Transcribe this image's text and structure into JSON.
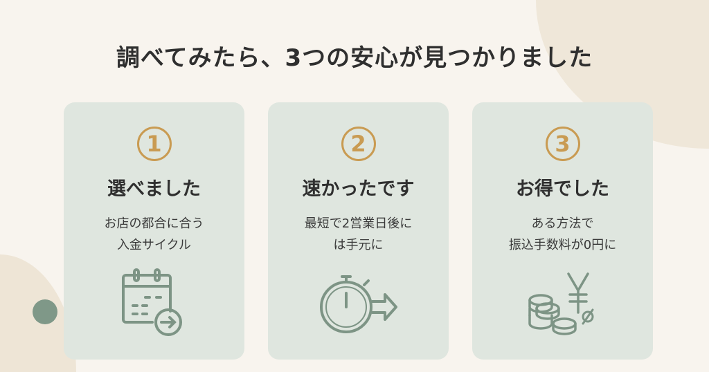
{
  "title": "調べてみたら、3つの安心が見つかりました",
  "colors": {
    "background": "#f8f4ee",
    "card": "#dfe6df",
    "accent_gold": "#c99b52",
    "icon": "#7d9485"
  },
  "cards": [
    {
      "number": "1",
      "heading": "選べました",
      "lines": [
        "お店の都合に合う",
        "入金サイクル"
      ],
      "icon": "calendar-arrow-icon"
    },
    {
      "number": "2",
      "heading": "速かったです",
      "lines": [
        "最短で2営業日後に",
        "は手元に"
      ],
      "icon": "stopwatch-arrow-icon"
    },
    {
      "number": "3",
      "heading": "お得でした",
      "lines": [
        "ある方法で",
        "振込手数料が0円に"
      ],
      "icon": "coins-yen-zero-icon"
    }
  ]
}
